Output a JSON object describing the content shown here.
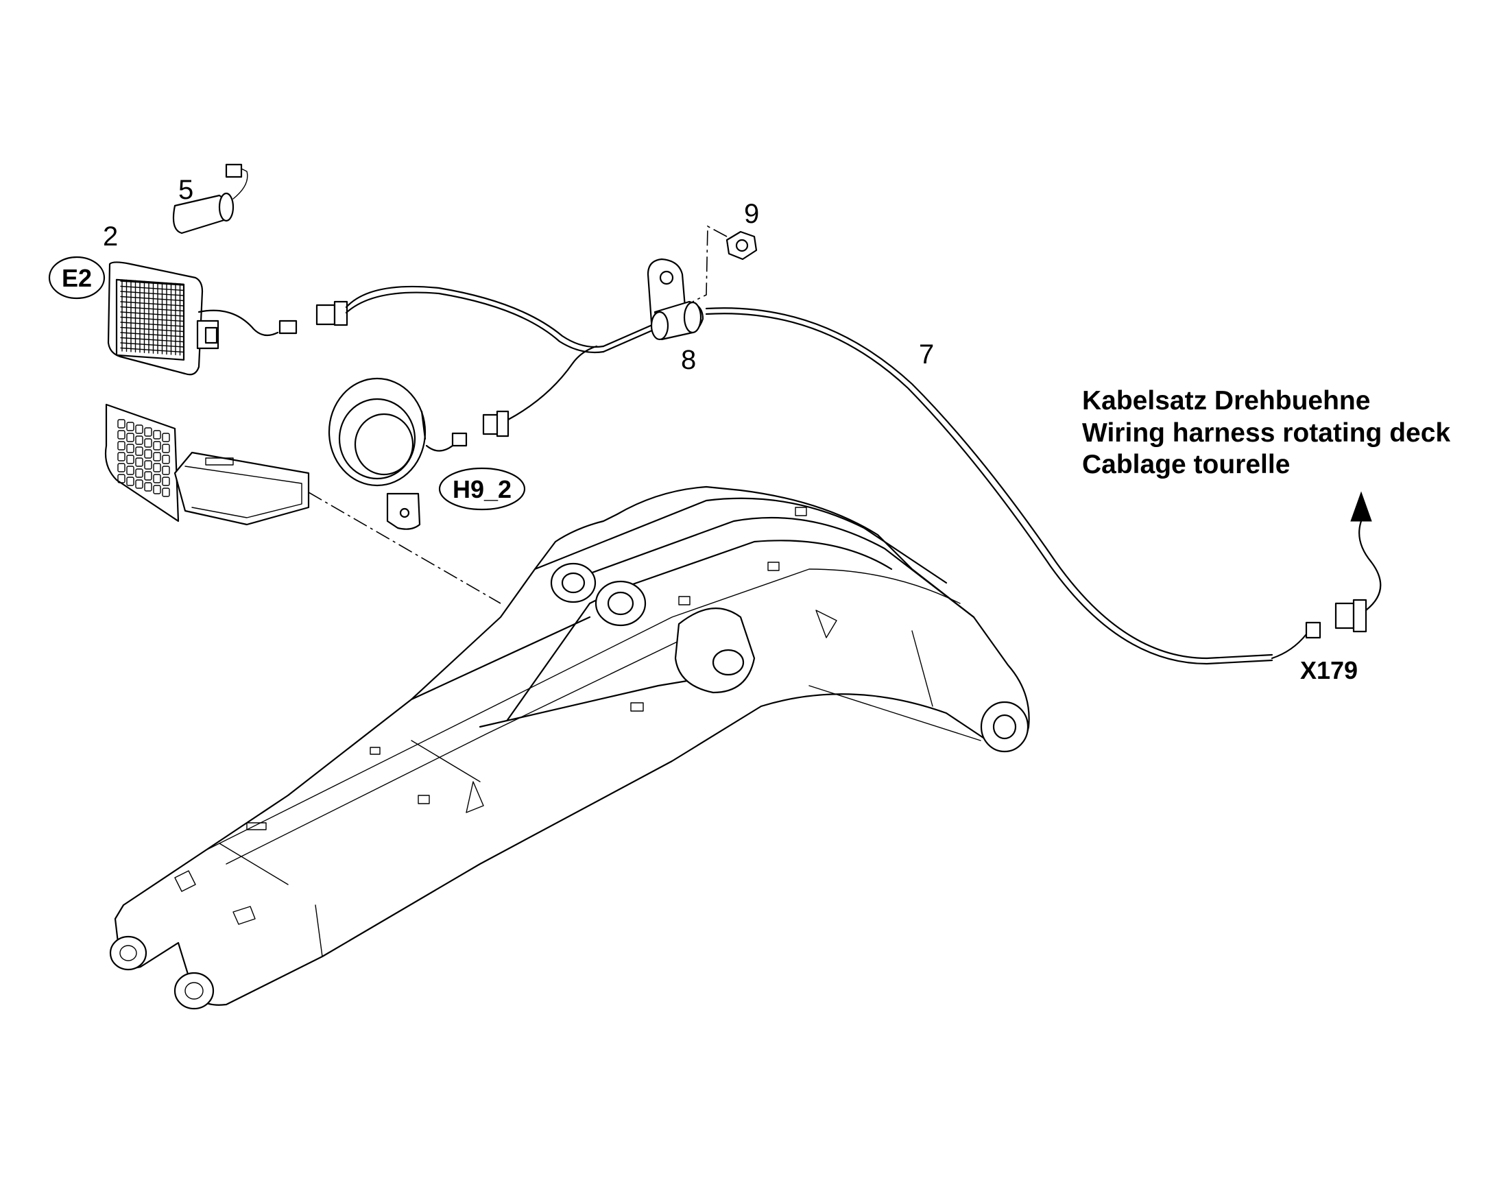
{
  "callouts": {
    "item_2": "2",
    "item_5": "5",
    "item_7": "7",
    "item_8": "8",
    "item_9": "9"
  },
  "refs": {
    "lamp": "E2",
    "horn": "H9_2",
    "connector": "X179"
  },
  "note": {
    "line_de": "Kabelsatz Drehbuehne",
    "line_en": "Wiring harness rotating deck",
    "line_fr": "Cablage tourelle"
  }
}
